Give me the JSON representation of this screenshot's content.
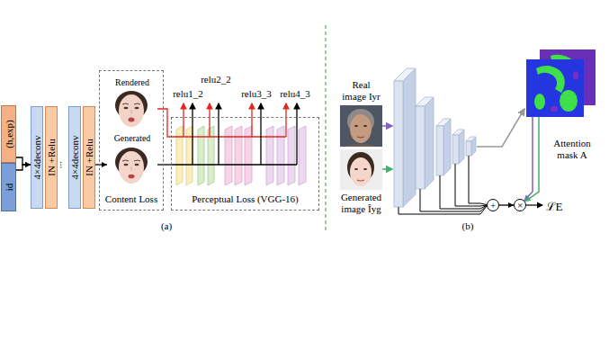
{
  "diagram": {
    "nodes": [
      {
        "text": [
          "(h,exp)"
        ]
      },
      {
        "text": [
          "id"
        ]
      },
      {
        "text": [
          "4×4deconv"
        ]
      },
      {
        "text": [
          "IN +Relu"
        ]
      },
      {
        "text": [
          "4×4deconv"
        ]
      },
      {
        "text": [
          "IN +Relu"
        ]
      },
      {
        "text": [
          "Content Loss"
        ]
      },
      {
        "text": [
          "Rendered"
        ],
        "in": 6
      },
      {
        "text": [
          "Generated"
        ],
        "in": 6
      },
      {
        "text": [
          "Perceptual Loss (VGG-16)"
        ]
      },
      {
        "text": [
          "Real image Iyr"
        ]
      },
      {
        "text": [
          "Generated image Îyg"
        ]
      },
      {
        "text": [
          "Attention mask A"
        ]
      },
      {
        "text": [
          "+"
        ]
      },
      {
        "text": [
          "×"
        ]
      }
    ],
    "edges": [
      {
        "from": 0,
        "to": 2,
        "arrow": "to"
      },
      {
        "from": 1,
        "to": 2,
        "arrow": "to"
      },
      {
        "from": 5,
        "to": 8,
        "arrow": "to"
      },
      {
        "from": 7,
        "to": 9,
        "arrow": "none"
      },
      {
        "from": 8,
        "to": 9,
        "arrow": "none"
      },
      {
        "from": 13,
        "to": 14,
        "arrow": "to"
      },
      {
        "from": 12,
        "to": 14,
        "arrow": "to"
      },
      {
        "from": 12,
        "to": 14,
        "arrow": "to"
      }
    ],
    "labels": [
      "relu1_2",
      "relu2_2",
      "relu3_3",
      "relu4_3",
      "...",
      "(a)",
      "(b)",
      "ℒE"
    ]
  }
}
